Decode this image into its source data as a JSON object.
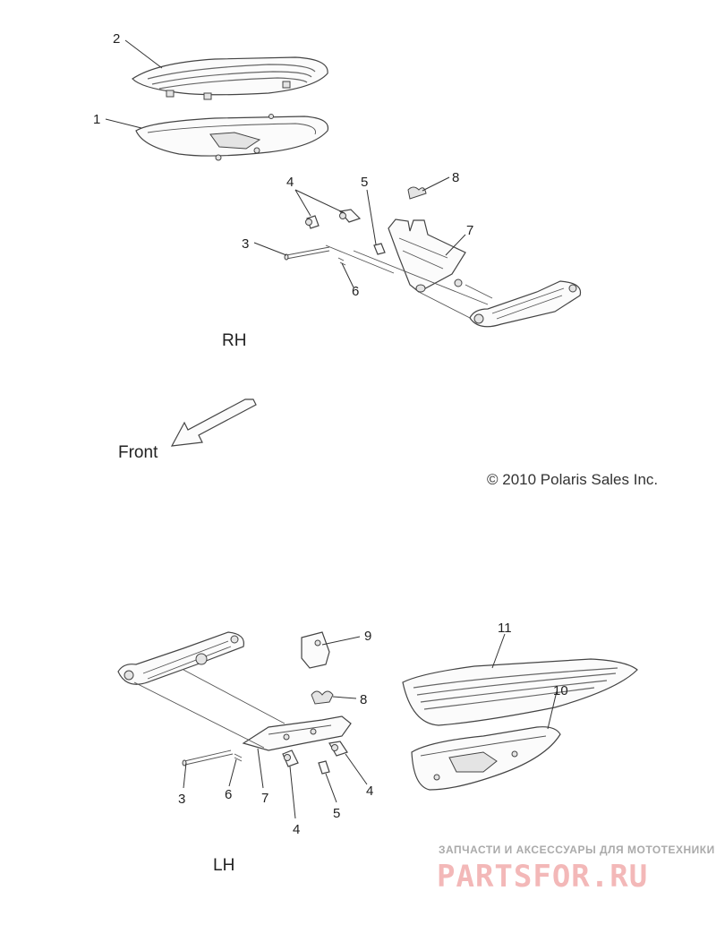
{
  "diagram": {
    "rh_section": {
      "label": "RH",
      "callouts": [
        "1",
        "2",
        "3",
        "4",
        "5",
        "6",
        "7",
        "8"
      ]
    },
    "lh_section": {
      "label": "LH",
      "callouts": [
        "3",
        "4",
        "4",
        "5",
        "6",
        "7",
        "8",
        "9",
        "10",
        "11"
      ]
    },
    "direction": {
      "label": "Front"
    },
    "copyright": "© 2010 Polaris Sales Inc.",
    "watermark": {
      "tagline": "ЗАПЧАСТИ И АКСЕССУАРЫ ДЛЯ МОТОТЕХНИКИ",
      "logo": "PARTSFOR.RU"
    }
  }
}
